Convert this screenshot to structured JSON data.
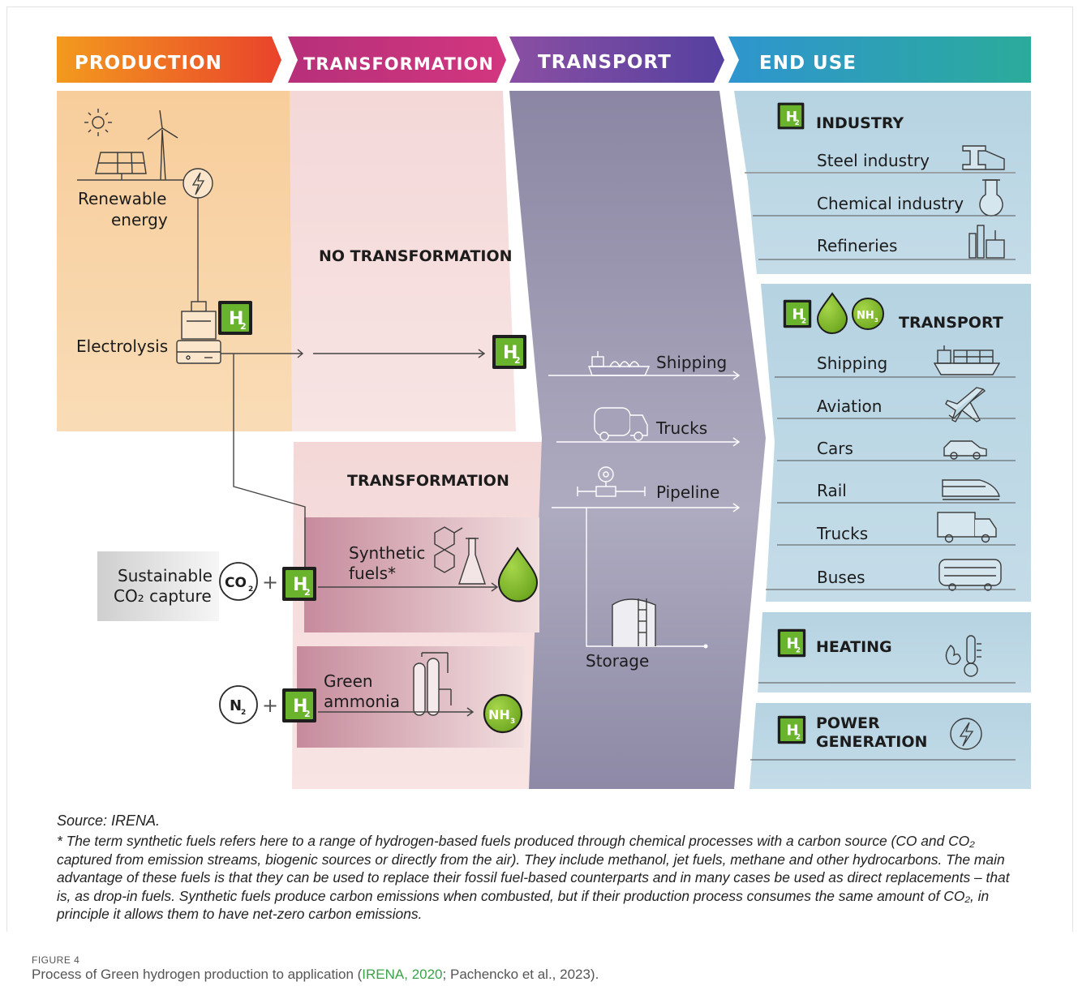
{
  "colors": {
    "production": "#f6cf9f",
    "transformation": "#f6dcdc",
    "transport": "#8d88a6",
    "end_use": "#b9d5e3",
    "h2_green": "#6ab42d"
  },
  "headers": {
    "production": "PRODUCTION",
    "transformation": "TRANSFORMATION",
    "transport": "TRANSPORT",
    "end_use": "END USE"
  },
  "production": {
    "renewable_line1": "Renewable",
    "renewable_line2": "energy",
    "electrolysis": "Electrolysis",
    "sustainable_line1": "Sustainable",
    "sustainable_line2": "CO₂ capture"
  },
  "transformation": {
    "no_transformation": "NO TRANSFORMATION",
    "transformation": "TRANSFORMATION",
    "synthetic_line1": "Synthetic",
    "synthetic_line2": "fuels*",
    "ammonia_line1": "Green",
    "ammonia_line2": "ammonia"
  },
  "transport": {
    "shipping": "Shipping",
    "trucks": "Trucks",
    "pipeline": "Pipeline",
    "storage": "Storage"
  },
  "end_use": {
    "industry": {
      "title": "INDUSTRY",
      "items": [
        "Steel industry",
        "Chemical industry",
        "Refineries"
      ]
    },
    "transport": {
      "title": "TRANSPORT",
      "items": [
        "Shipping",
        "Aviation",
        "Cars",
        "Rail",
        "Trucks",
        "Buses"
      ]
    },
    "heating": {
      "title": "HEATING"
    },
    "power": {
      "title_line1": "POWER",
      "title_line2": "GENERATION"
    }
  },
  "symbols": {
    "h2_main": "H",
    "h2_sub": "2",
    "co2_main": "CO",
    "co2_sub": "2",
    "n2_main": "N",
    "n2_sub": "2",
    "nh3_main": "NH",
    "nh3_sub": "3",
    "plus": "+"
  },
  "source": {
    "label": "Source: IRENA.",
    "note": "* The term synthetic fuels refers here to a range of hydrogen-based fuels produced through chemical processes with a carbon source (CO and CO₂ captured from emission streams, biogenic sources or directly from the air). They include methanol, jet fuels, methane and other hydrocarbons. The main advantage of these fuels is that they can be used to replace their fossil fuel-based counterparts and in many cases be used as direct replacements – that is, as drop-in fuels. Synthetic fuels produce carbon emissions when combusted, but if their production process consumes the same amount of CO₂, in principle it allows them to have net-zero carbon emissions."
  },
  "figure": {
    "label": "FIGURE 4",
    "caption_prefix": "Process of Green hydrogen production to application (",
    "cite1": "IRENA, 2020",
    "caption_middle": "; Pachencko et al., 2023)."
  }
}
